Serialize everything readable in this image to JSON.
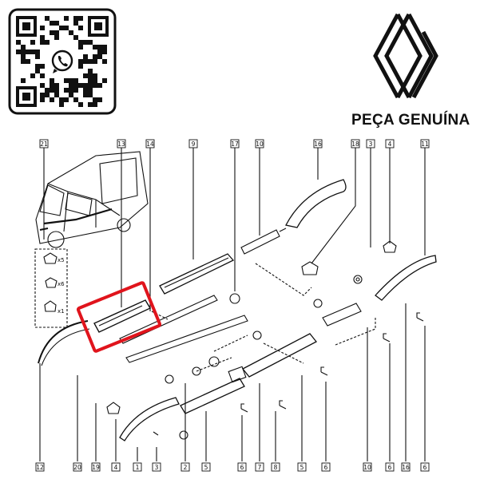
{
  "brand": {
    "text": "PEÇA GENUÍNA",
    "logo": "renault-diamond-logo",
    "qr": "whatsapp-qr-code"
  },
  "highlight_color": "#e0141c",
  "callouts_top": [
    "21",
    "13",
    "14",
    "9",
    "17",
    "10",
    "16",
    "18",
    "3",
    "4",
    "11"
  ],
  "callouts_bottom": [
    "12",
    "20",
    "19",
    "4",
    "1",
    "3",
    "2",
    "5",
    "6",
    "7",
    "8",
    "5",
    "6",
    "10",
    "6",
    "16",
    "6"
  ],
  "fastener_quantities": [
    "x5",
    "x6",
    "x1"
  ]
}
